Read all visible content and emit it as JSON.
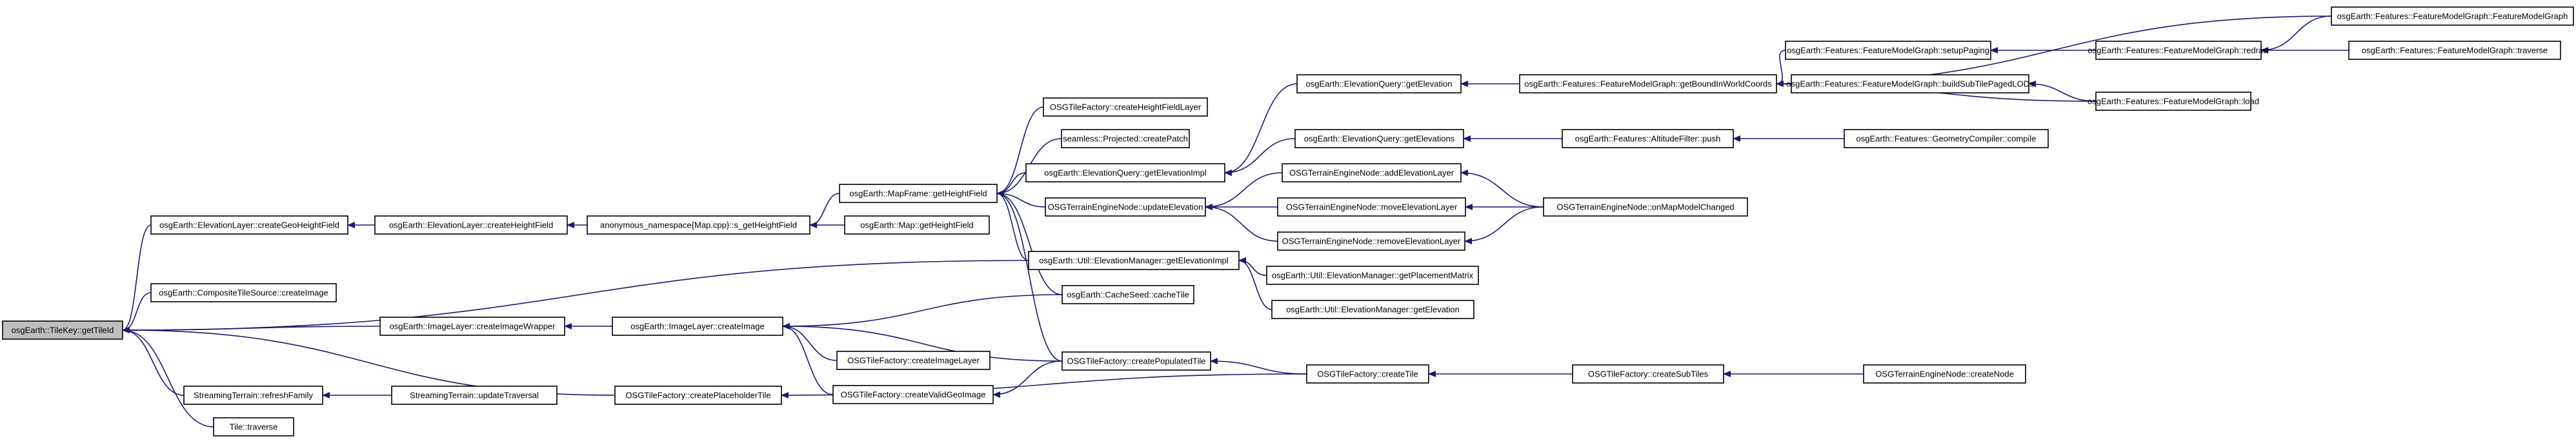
{
  "graph": {
    "nodes": [
      {
        "id": "root",
        "label": "osgEarth::TileKey::getTileId",
        "root": true
      },
      {
        "id": "n1",
        "label": "osgEarth::ElevationLayer::createGeoHeightField"
      },
      {
        "id": "n2",
        "label": "osgEarth::CompositeTileSource::createImage"
      },
      {
        "id": "n3",
        "label": "osgEarth::ImageLayer::createImageWrapper"
      },
      {
        "id": "n4",
        "label": "StreamingTerrain::refreshFamily"
      },
      {
        "id": "n5",
        "label": "Tile::traverse"
      },
      {
        "id": "n6",
        "label": "osgEarth::ElevationLayer::createHeightField"
      },
      {
        "id": "n7",
        "label": "anonymous_namespace{Map.cpp}::s_getHeightField"
      },
      {
        "id": "n8",
        "label": "osgEarth::MapFrame::getHeightField"
      },
      {
        "id": "n9",
        "label": "osgEarth::Map::getHeightField"
      },
      {
        "id": "n10",
        "label": "OSGTileFactory::createHeightFieldLayer"
      },
      {
        "id": "n11",
        "label": "seamless::Projected::createPatch"
      },
      {
        "id": "n12",
        "label": "osgEarth::ElevationQuery::getElevationImpl"
      },
      {
        "id": "n13",
        "label": "OSGTerrainEngineNode::updateElevation"
      },
      {
        "id": "n14",
        "label": "osgEarth::Util::ElevationManager::getElevationImpl"
      },
      {
        "id": "n15",
        "label": "osgEarth::CacheSeed::cacheTile"
      },
      {
        "id": "n16",
        "label": "OSGTileFactory::createPopulatedTile"
      },
      {
        "id": "n17",
        "label": "osgEarth::ImageLayer::createImage"
      },
      {
        "id": "n18",
        "label": "OSGTileFactory::createImageLayer"
      },
      {
        "id": "n19",
        "label": "OSGTileFactory::createValidGeoImage"
      },
      {
        "id": "n20",
        "label": "StreamingTerrain::updateTraversal"
      },
      {
        "id": "n21",
        "label": "OSGTileFactory::createPlaceholderTile"
      },
      {
        "id": "n22",
        "label": "osgEarth::ElevationQuery::getElevation"
      },
      {
        "id": "n23",
        "label": "osgEarth::ElevationQuery::getElevations"
      },
      {
        "id": "n24",
        "label": "OSGTerrainEngineNode::addElevationLayer"
      },
      {
        "id": "n25",
        "label": "OSGTerrainEngineNode::moveElevationLayer"
      },
      {
        "id": "n26",
        "label": "OSGTerrainEngineNode::removeElevationLayer"
      },
      {
        "id": "n27",
        "label": "osgEarth::Util::ElevationManager::getPlacementMatrix"
      },
      {
        "id": "n28",
        "label": "osgEarth::Util::ElevationManager::getElevation"
      },
      {
        "id": "n29",
        "label": "OSGTileFactory::createTile"
      },
      {
        "id": "n30",
        "label": "osgEarth::Features::FeatureModelGraph::getBoundInWorldCoords"
      },
      {
        "id": "n31",
        "label": "osgEarth::Features::AltitudeFilter::push"
      },
      {
        "id": "n32",
        "label": "OSGTerrainEngineNode::onMapModelChanged"
      },
      {
        "id": "n33",
        "label": "OSGTileFactory::createSubTiles"
      },
      {
        "id": "n34",
        "label": "osgEarth::Features::FeatureModelGraph::setupPaging"
      },
      {
        "id": "n35",
        "label": "osgEarth::Features::FeatureModelGraph::buildSubTilePagedLODs"
      },
      {
        "id": "n36",
        "label": "osgEarth::Features::GeometryCompiler::compile"
      },
      {
        "id": "n37",
        "label": "OSGTerrainEngineNode::createNode"
      },
      {
        "id": "n38",
        "label": "osgEarth::Features::FeatureModelGraph::redraw"
      },
      {
        "id": "n39",
        "label": "osgEarth::Features::FeatureModelGraph::load"
      },
      {
        "id": "n40",
        "label": "osgEarth::Features::FeatureModelGraph::FeatureModelGraph"
      },
      {
        "id": "n41",
        "label": "osgEarth::Features::FeatureModelGraph::traverse"
      }
    ],
    "edges": [
      [
        "n1",
        "root"
      ],
      [
        "n2",
        "root"
      ],
      [
        "n3",
        "root"
      ],
      [
        "n4",
        "root"
      ],
      [
        "n5",
        "root"
      ],
      [
        "n14",
        "root"
      ],
      [
        "n21",
        "root"
      ],
      [
        "n6",
        "n1"
      ],
      [
        "n7",
        "n6"
      ],
      [
        "n8",
        "n7"
      ],
      [
        "n9",
        "n7"
      ],
      [
        "n10",
        "n8"
      ],
      [
        "n11",
        "n8"
      ],
      [
        "n12",
        "n8"
      ],
      [
        "n13",
        "n8"
      ],
      [
        "n14",
        "n8"
      ],
      [
        "n15",
        "n8"
      ],
      [
        "n16",
        "n8"
      ],
      [
        "n17",
        "n3"
      ],
      [
        "n15",
        "n17"
      ],
      [
        "n16",
        "n17"
      ],
      [
        "n18",
        "n17"
      ],
      [
        "n19",
        "n17"
      ],
      [
        "n20",
        "n4"
      ],
      [
        "n16",
        "n19"
      ],
      [
        "n29",
        "n21"
      ],
      [
        "n29",
        "n16"
      ],
      [
        "n22",
        "n12"
      ],
      [
        "n23",
        "n12"
      ],
      [
        "n24",
        "n13"
      ],
      [
        "n25",
        "n13"
      ],
      [
        "n26",
        "n13"
      ],
      [
        "n27",
        "n14"
      ],
      [
        "n28",
        "n14"
      ],
      [
        "n30",
        "n22"
      ],
      [
        "n31",
        "n23"
      ],
      [
        "n32",
        "n24"
      ],
      [
        "n32",
        "n25"
      ],
      [
        "n32",
        "n26"
      ],
      [
        "n33",
        "n29"
      ],
      [
        "n37",
        "n33"
      ],
      [
        "n34",
        "n30"
      ],
      [
        "n35",
        "n30"
      ],
      [
        "n39",
        "n30"
      ],
      [
        "n40",
        "n30"
      ],
      [
        "n36",
        "n31"
      ],
      [
        "n38",
        "n34"
      ],
      [
        "n39",
        "n35"
      ],
      [
        "n40",
        "n38"
      ],
      [
        "n41",
        "n38"
      ]
    ]
  }
}
